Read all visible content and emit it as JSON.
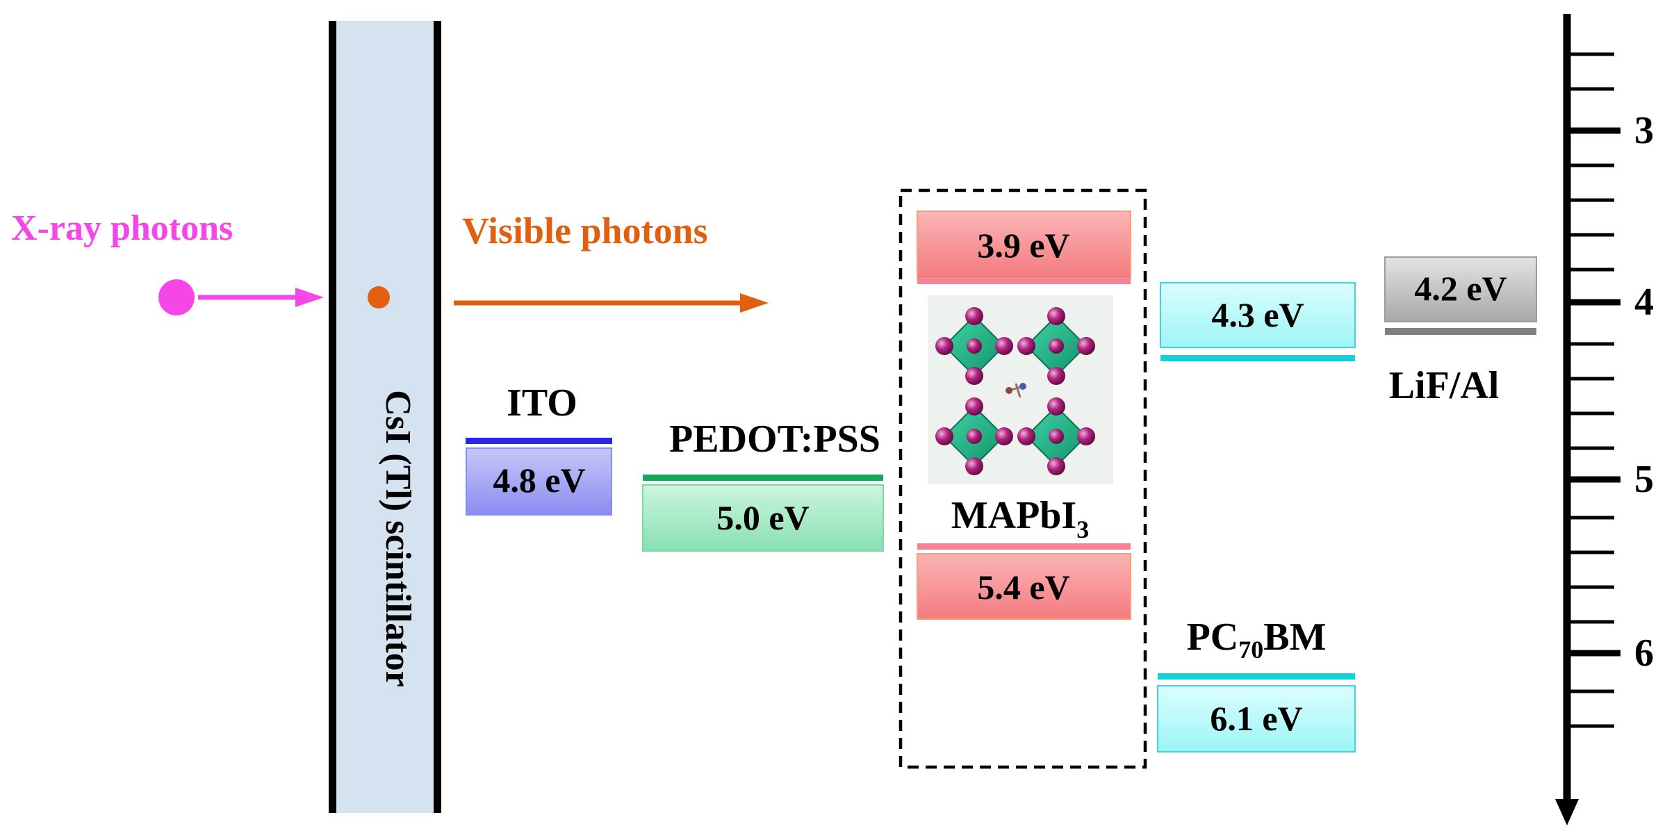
{
  "scintillator": {
    "label": "CsI (Tl) scintillator",
    "fill": "#d5e3f1"
  },
  "xray": {
    "label": "X-ray photons",
    "color": "#f547e8"
  },
  "visible": {
    "label": "Visible photons",
    "color": "#e06010"
  },
  "energy_axis": {
    "ticks": [
      "3",
      "4",
      "5",
      "6"
    ]
  },
  "materials": {
    "ito": {
      "name": "ITO",
      "value": "4.8 eV",
      "line_color": "#2a25e0",
      "box_color": "#9d9ff3"
    },
    "pedot": {
      "name": "PEDOT:PSS",
      "value": "5.0 eV",
      "line_color": "#13a95a",
      "box_color": "#a6eac6"
    },
    "perovskite": {
      "name_main": "MAPbI",
      "name_sub": "3",
      "lumo": "3.9 eV",
      "homo": "5.4 eV",
      "line_color": "#f48396",
      "box_color": "#f98f93"
    },
    "pcbm": {
      "name_pre": "PC",
      "name_sub": "70",
      "name_post": "BM",
      "lumo": "4.3 eV",
      "homo": "6.1 eV",
      "line_color": "#17cfd7",
      "box_color": "#b4f9fa"
    },
    "lif": {
      "name": "LiF/Al",
      "value": "4.2 eV",
      "line_color": "#808080",
      "box_color": "#bdbdbd"
    }
  }
}
